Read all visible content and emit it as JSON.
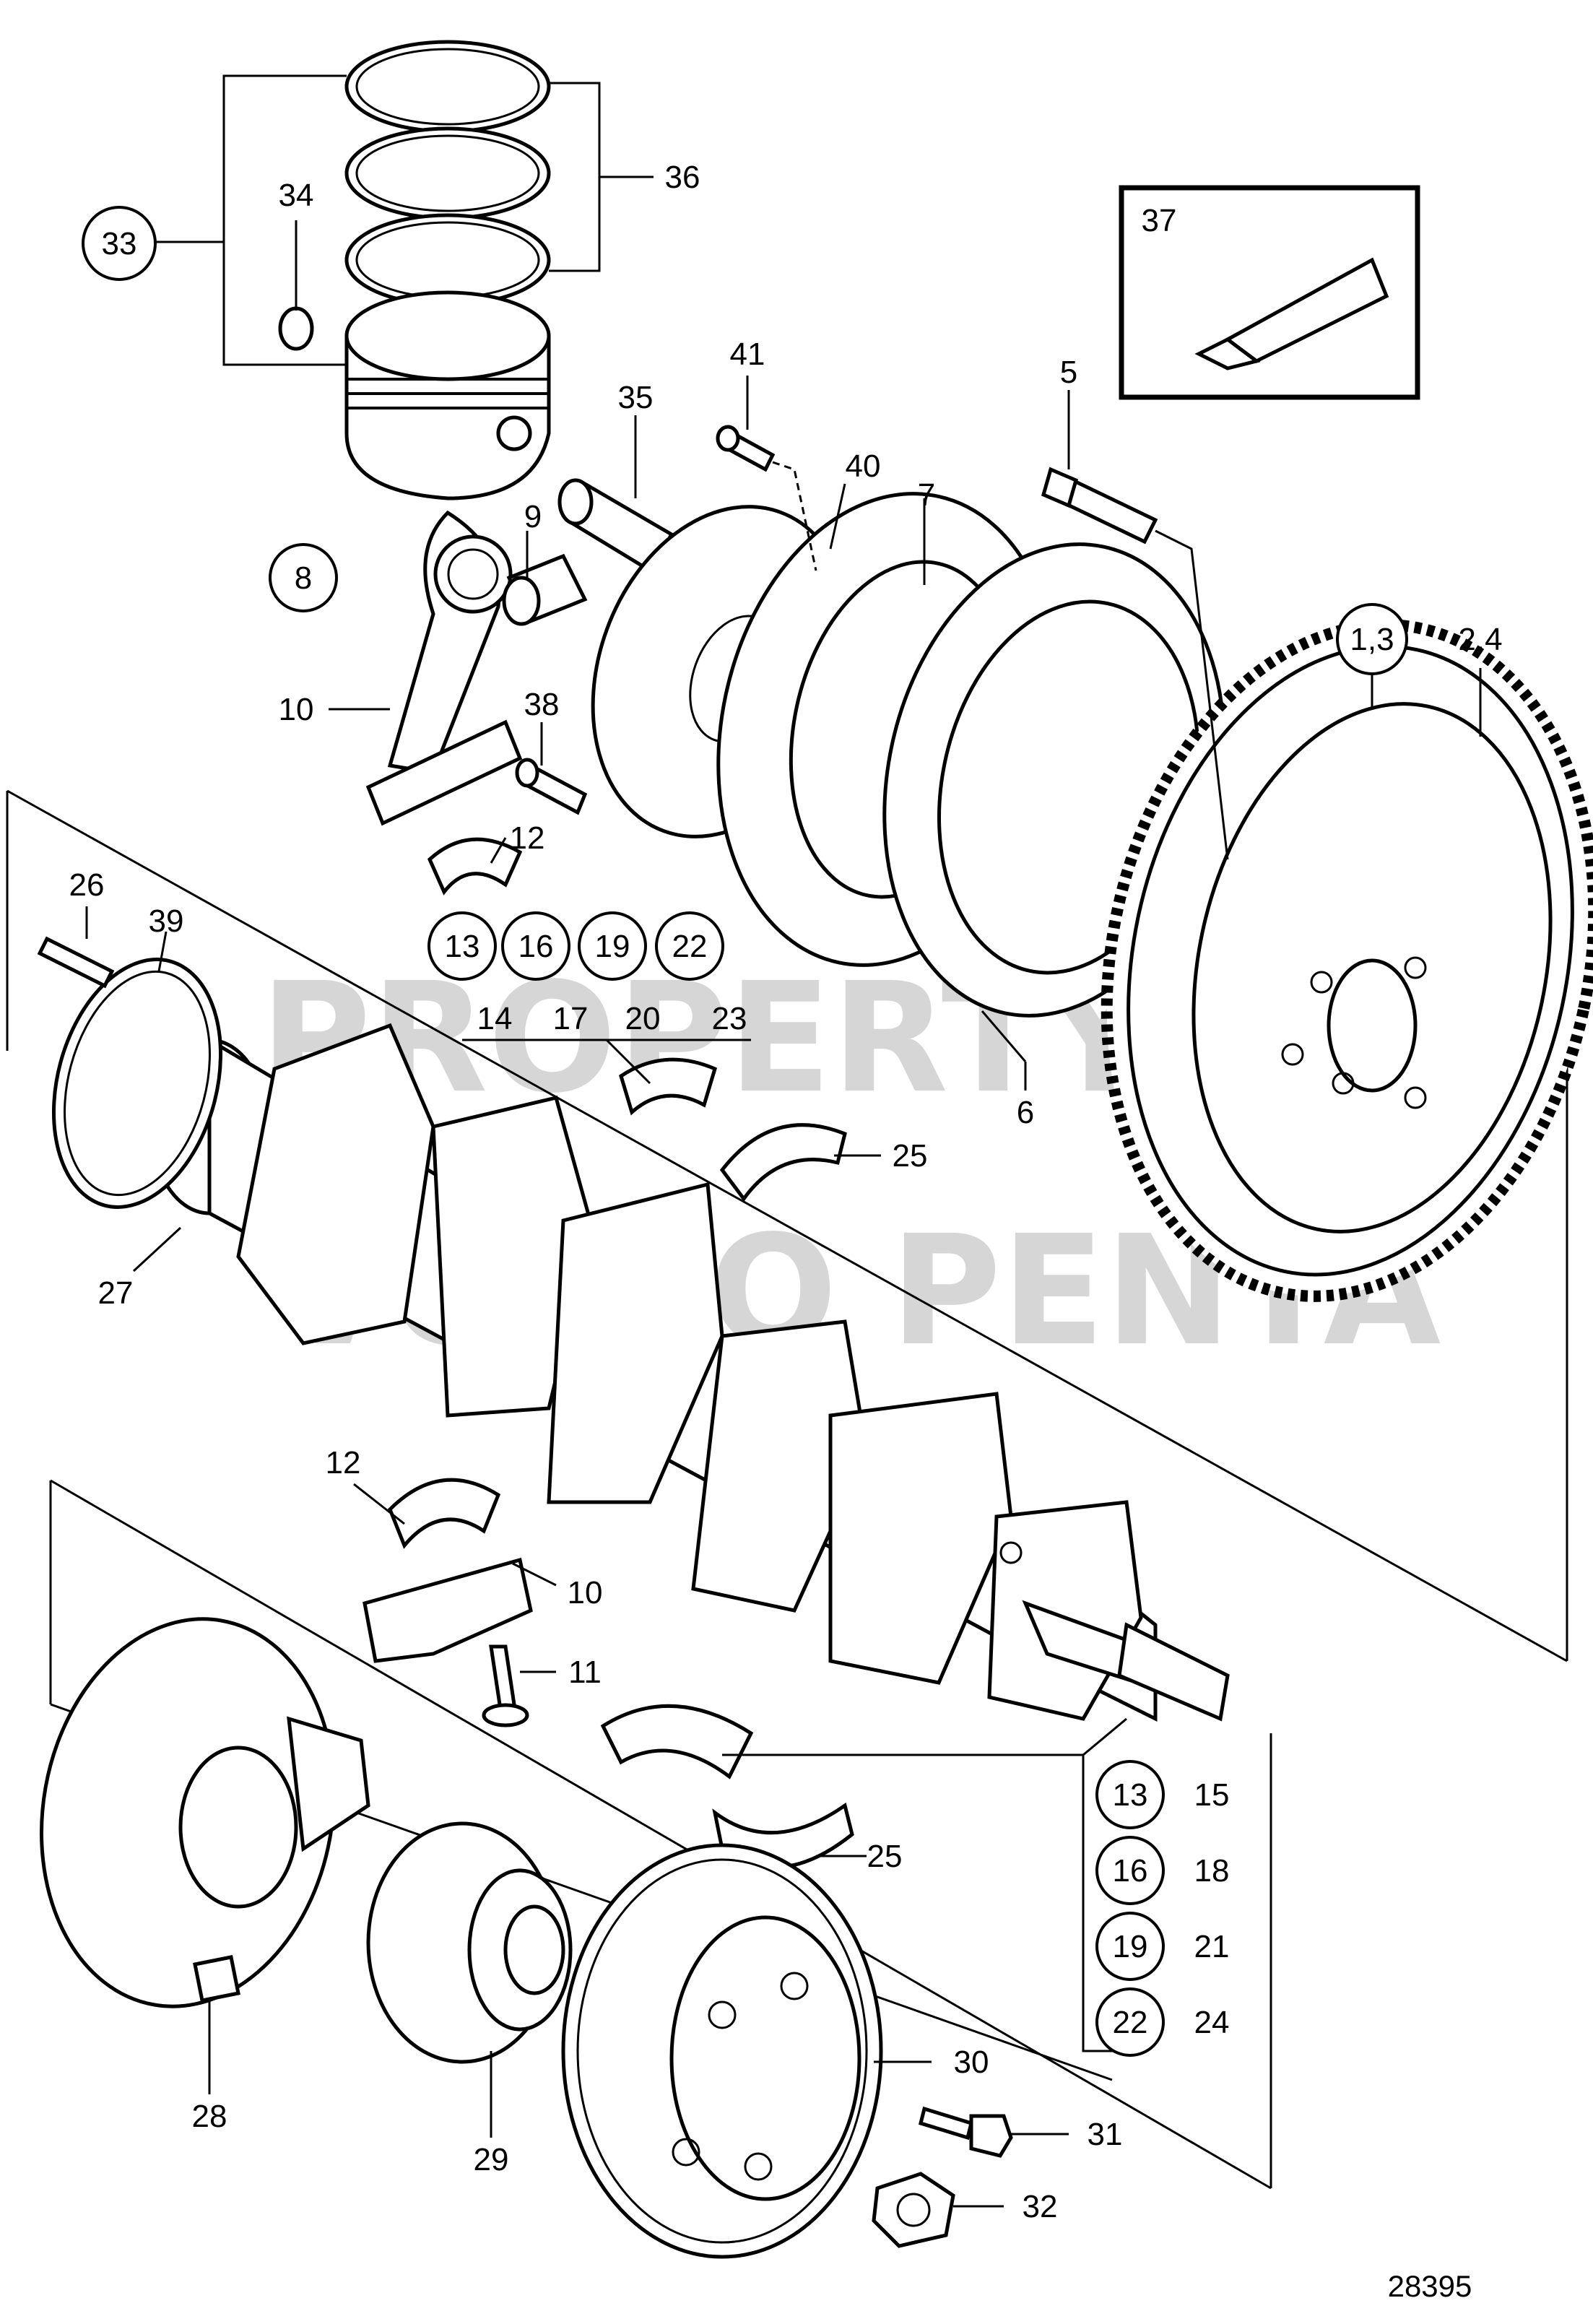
{
  "drawing_number": "28395",
  "watermark": {
    "line1": "PROPERTY OF",
    "line2": "VOLVO PENTA"
  },
  "callouts": {
    "c1_3": "1,3",
    "c2_4": "2,4",
    "c5": "5",
    "c6": "6",
    "c7": "7",
    "c8": "8",
    "c9": "9",
    "c10_top": "10",
    "c10_bottom": "10",
    "c11": "11",
    "c12_top": "12",
    "c12_bottom": "12",
    "c13_top": "13",
    "c16_top": "16",
    "c19_top": "19",
    "c22_top": "22",
    "c14": "14",
    "c17": "17",
    "c20": "20",
    "c23": "23",
    "c25_top": "25",
    "c25_bottom": "25",
    "c26": "26",
    "c27": "27",
    "c28": "28",
    "c29": "29",
    "c30": "30",
    "c31": "31",
    "c32": "32",
    "c33": "33",
    "c34": "34",
    "c35": "35",
    "c36": "36",
    "c37": "37",
    "c38": "38",
    "c39": "39",
    "c40": "40",
    "c41": "41",
    "c13_bot": "13",
    "c15": "15",
    "c16_bot": "16",
    "c18": "18",
    "c19_bot": "19",
    "c21": "21",
    "c22_bot": "22",
    "c24": "24"
  }
}
